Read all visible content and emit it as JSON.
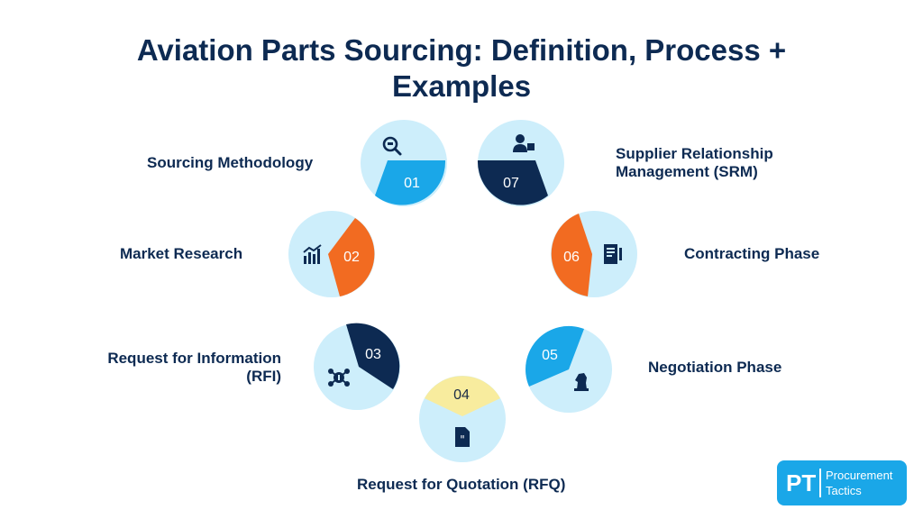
{
  "title": "Aviation Parts Sourcing: Definition, Process + Examples",
  "steps": [
    {
      "number": "01",
      "label": "Sourcing Methodology",
      "icon": "magnifier-cart-icon"
    },
    {
      "number": "02",
      "label": "Market Research",
      "icon": "bar-chart-icon"
    },
    {
      "number": "03",
      "label": "Request for Information (RFI)",
      "icon": "network-info-icon"
    },
    {
      "number": "04",
      "label": "Request for Quotation (RFQ)",
      "icon": "quote-document-icon"
    },
    {
      "number": "05",
      "label": "Negotiation Phase",
      "icon": "chess-knight-icon"
    },
    {
      "number": "06",
      "label": "Contracting Phase",
      "icon": "contract-document-icon"
    },
    {
      "number": "07",
      "label": "Supplier Relationship Management (SRM)",
      "icon": "supplier-person-icon"
    }
  ],
  "colors": {
    "circle_light": "#cdeefb",
    "accent_blue": "#1aa7e8",
    "accent_orange": "#f26b21",
    "accent_navy": "#0d2a52",
    "accent_yellow": "#f8ec9e"
  },
  "logo": {
    "initials": "PT",
    "line1": "Procurement",
    "line2": "Tactics"
  }
}
